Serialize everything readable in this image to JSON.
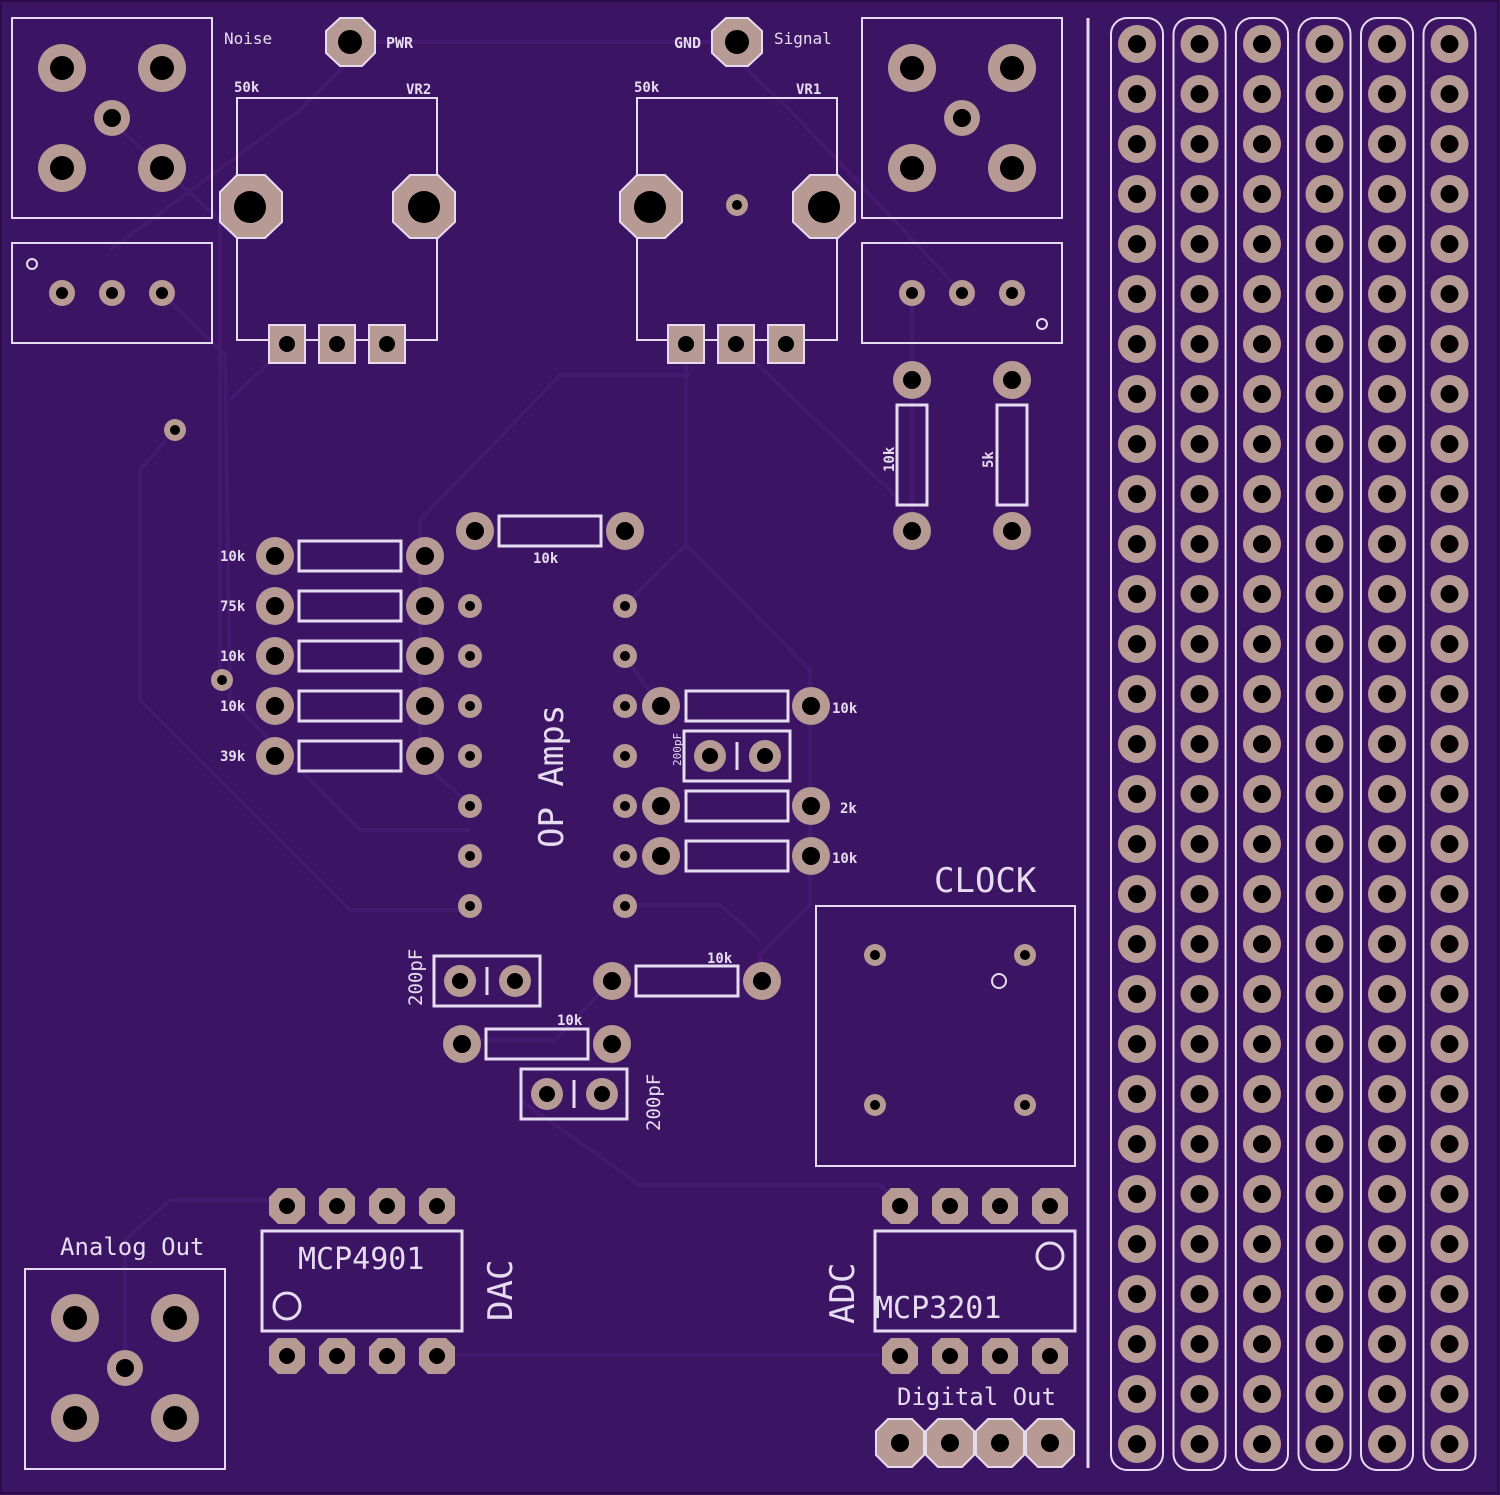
{
  "colors": {
    "board": "#3b1463",
    "trace": "#45196f",
    "silk": "#e6dcf0",
    "pad": "#b79a94",
    "hole": "#000000"
  },
  "labels": {
    "noise": "Noise",
    "pwr": "PWR",
    "gnd": "GND",
    "signal": "Signal",
    "vr2_value": "50k",
    "vr2": "VR2",
    "vr1_value": "50k",
    "vr1": "VR1",
    "r_right_a": "10k",
    "r_right_b": "5k",
    "r_top_center": "10k",
    "r_left_1": "10k",
    "r_left_2": "75k",
    "r_left_3": "10k",
    "r_left_4": "10k",
    "r_left_5": "39k",
    "opamps": "OP Amps",
    "r_mid_right_1": "10k",
    "cap_mid_right": "200pF",
    "r_mid_right_2": "2k",
    "r_mid_right_3": "10k",
    "clock": "CLOCK",
    "cap_left": "200pF",
    "r_lower_1": "10k",
    "r_lower_2": "10k",
    "cap_lower": "200pF",
    "analog_out": "Analog Out",
    "dac_chip": "MCP4901",
    "dac": "DAC",
    "adc": "ADC",
    "adc_chip": "MCP3201",
    "digital_out": "Digital Out"
  }
}
